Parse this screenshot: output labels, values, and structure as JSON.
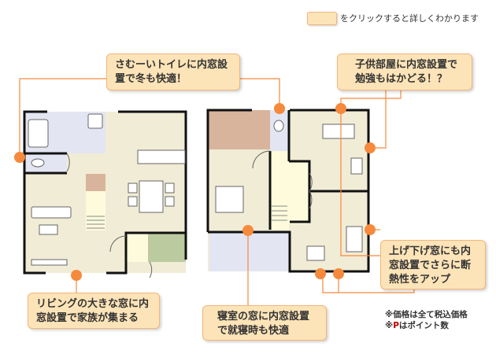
{
  "legend": {
    "text": "をクリックすると詳しくわかります"
  },
  "callouts": {
    "toilet": "さむーいトイレに内窓設置で冬も快適！",
    "kids": "子供部屋に内窓設置で勉強もはかどる！？",
    "sash": "上げ下げ窓にも内窓設置でさらに断熱性をアップ",
    "bedroom": "寝室の窓に内窓設置で就寝時も快適",
    "living": "リビングの大きな窓に内窓設置で家族が集まる"
  },
  "notes": {
    "tax": "※価格は全て税込価格",
    "p_mark": "P",
    "points": "はポイント数",
    "prefix": "※"
  },
  "colors": {
    "accent": "#f58a3c",
    "callout_bg": "#fde4b8",
    "floor": "#f1ecd6",
    "wet": "#e3e6f2",
    "stairs": "#fdfbdc",
    "tatami": "#bccb9f",
    "closet": "#d8b49c"
  }
}
